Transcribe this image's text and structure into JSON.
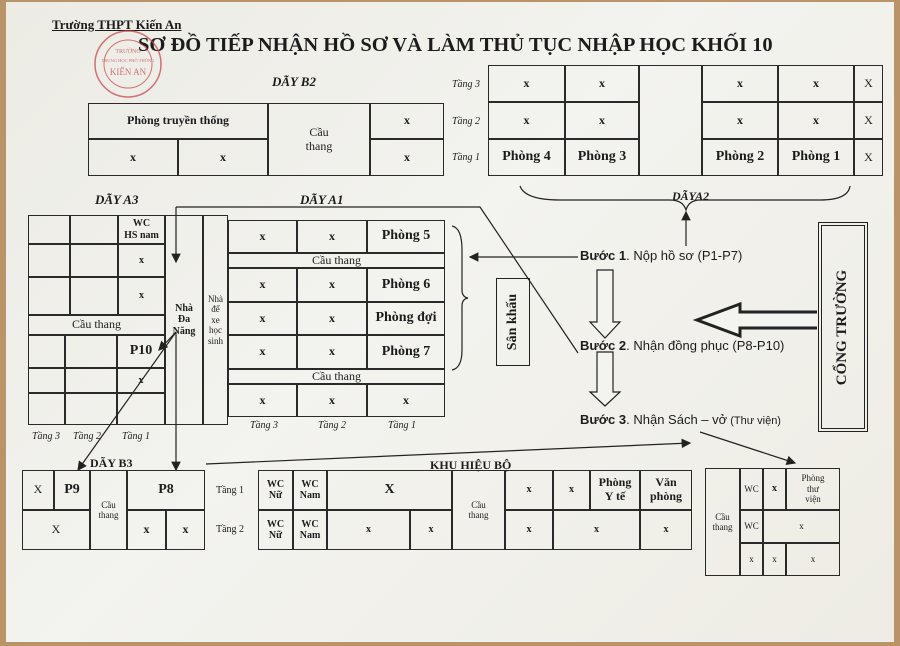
{
  "header": {
    "school": "Trường THPT Kiến An",
    "title": "SƠ ĐỒ TIẾP NHẬN HỒ SƠ VÀ LÀM THỦ TỤC NHẬP HỌC KHỐI 10",
    "stamp_text": [
      "TRƯỜNG",
      "TRUNG HỌC PHỔ THÔNG",
      "KIẾN AN"
    ]
  },
  "b2": {
    "label": "DÃY B2",
    "cells": [
      "Phòng truyền thống",
      "Cầu\nthang",
      "x",
      "x",
      "x",
      "x"
    ]
  },
  "a2": {
    "label": "DÃYA2",
    "floors": [
      "Tầng 3",
      "Tầng 2",
      "Tầng 1"
    ],
    "cells": [
      "x",
      "x",
      "x",
      "x",
      "X",
      "x",
      "x",
      "x",
      "x",
      "X",
      "Phòng 4",
      "Phòng 3",
      "Phòng 2",
      "Phòng 1",
      "X"
    ]
  },
  "a3": {
    "label": "DÃY A3",
    "floors": [
      "Tầng 3",
      "Tầng 2",
      "Tầng 1"
    ],
    "cells": [
      "WC\nHS nam",
      "x",
      "x",
      "Cầu  thang",
      "P10",
      "x",
      "Nhà\nĐa\nNăng",
      "Nhà\nđể\nxe\nhọc\nsinh"
    ]
  },
  "a1": {
    "label": "DÃY A1",
    "floors": [
      "Tầng 3",
      "Tầng 2",
      "Tầng 1"
    ],
    "cells": [
      "x",
      "x",
      "Phòng 5",
      "Cầu thang",
      "x",
      "x",
      "Phòng 6",
      "x",
      "x",
      "Phòng đợi",
      "x",
      "x",
      "Phòng 7",
      "Cầu thang",
      "x",
      "x",
      "x"
    ]
  },
  "stage": "Sân khấu",
  "gate": "CỔNG TRƯỜNG",
  "steps": [
    {
      "label": "Bước 1",
      "text": ". Nộp hồ sơ (P1-P7)",
      "note": ""
    },
    {
      "label": "Bước 2",
      "text": ". Nhận đồng phục (P8-P10)",
      "note": ""
    },
    {
      "label": "Bước 3",
      "text": ". Nhận Sách – vở",
      "note": " (Thư viện)"
    }
  ],
  "b3": {
    "label": "DÃY B3",
    "cells": [
      "X",
      "P9",
      "Cầu\nthang",
      "P8",
      "X",
      "x",
      "x"
    ]
  },
  "khu_hieu_bo": {
    "label": "KHU HIỆU BỘ",
    "floors": [
      "Tầng 1",
      "Tầng 2"
    ],
    "cells": [
      "WC\nNữ",
      "WC\nNam",
      "X",
      "Cầu\nthang",
      "x",
      "x",
      "Phòng\nY tế",
      "Văn\nphòng",
      "WC\nNữ",
      "WC\nNam",
      "x",
      "x",
      "x",
      "x",
      "x"
    ]
  },
  "library": {
    "cells": [
      "Cầu\nthang",
      "WC",
      "x",
      "Phòng\nthư\nviện",
      "WC",
      "x",
      "x",
      "x",
      "x"
    ]
  }
}
